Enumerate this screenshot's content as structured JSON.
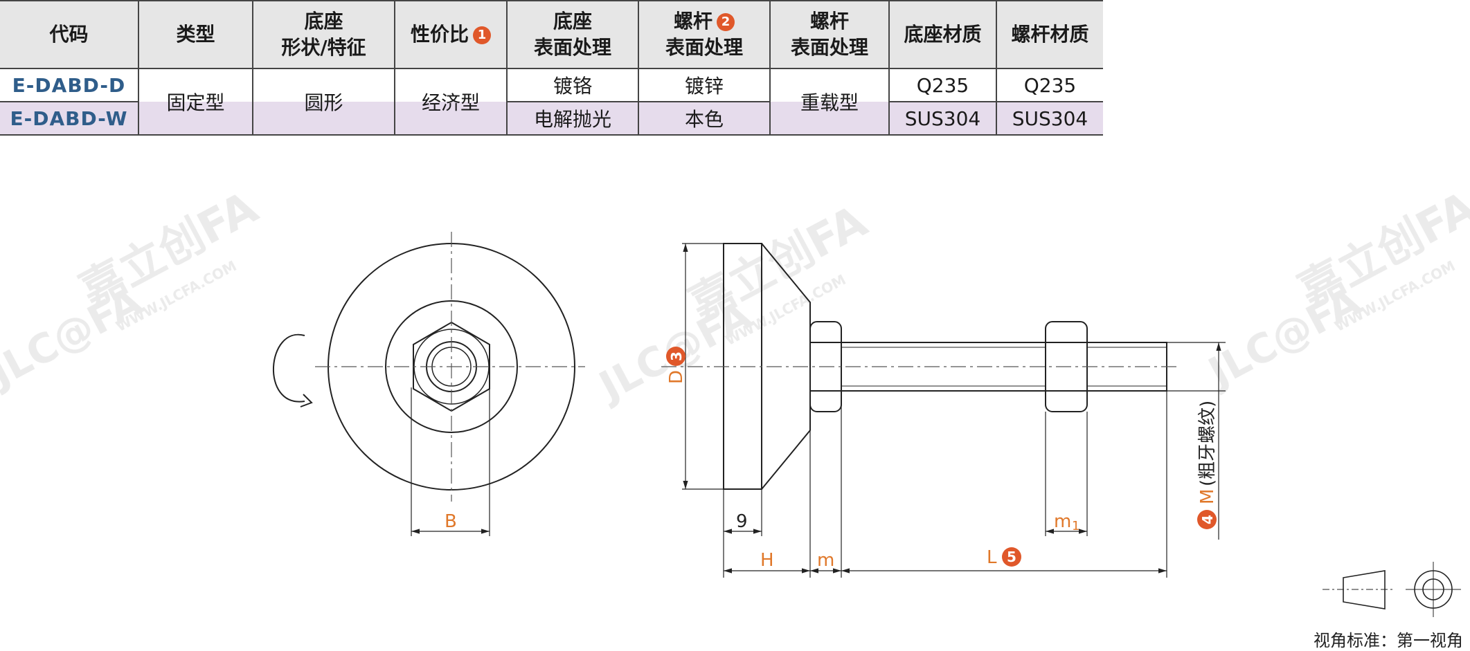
{
  "table": {
    "headers": [
      {
        "lines": [
          "代码"
        ]
      },
      {
        "lines": [
          "类型"
        ]
      },
      {
        "lines": [
          "底座",
          "形状/特征"
        ]
      },
      {
        "lines": [
          "性价比"
        ],
        "badge": "1"
      },
      {
        "lines": [
          "底座",
          "表面处理"
        ]
      },
      {
        "lines": [
          "螺杆",
          "表面处理"
        ],
        "badge": "2"
      },
      {
        "lines": [
          "螺杆",
          "表面处理"
        ]
      },
      {
        "lines": [
          "底座材质"
        ]
      },
      {
        "lines": [
          "螺杆材质"
        ]
      }
    ],
    "rows": [
      {
        "code": "E-DABD-D",
        "base_finish": "镀铬",
        "screw_finish": "镀锌",
        "base_material": "Q235",
        "screw_material": "Q235"
      },
      {
        "code": "E-DABD-W",
        "base_finish": "电解抛光",
        "screw_finish": "本色",
        "base_material": "SUS304",
        "screw_material": "SUS304"
      }
    ],
    "merged": {
      "type": "固定型",
      "shape": "圆形",
      "value": "经济型",
      "screw_type": "重载型"
    }
  },
  "drawing": {
    "labels": {
      "B": "B",
      "D": "D",
      "D_badge": "3",
      "nine": "9",
      "H": "H",
      "m": "m",
      "m1": "m",
      "m1_sub": "1",
      "L": "L",
      "L_badge": "5",
      "M_badge": "4",
      "M": "M",
      "M_note": "(粗牙螺纹)"
    },
    "watermark": {
      "brand": "嘉立创FA",
      "logo": "JLC@FA",
      "url": "WWW.JLCFA.COM"
    },
    "view_standard": "视角标准：第一视角"
  },
  "colors": {
    "badge": "#e0582a",
    "label_orange": "#e0782a",
    "code_blue": "#2f5d8a",
    "alt_row": "#e6dcec",
    "header_bg": "#e6e6e6"
  }
}
